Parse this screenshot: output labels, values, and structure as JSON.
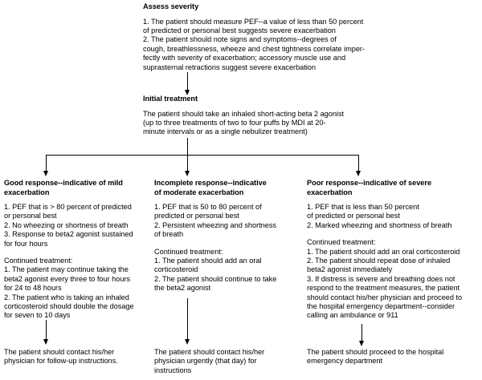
{
  "diagram": {
    "type": "flowchart",
    "title": "Asthma exacerbation home management flowchart",
    "orientation": "top-down-with-three-way-branch",
    "nodes": {
      "assess": {
        "title": "Assess severity",
        "body": "1. The patient should measure PEF--a value of less than 50 percent\nof predicted or personal best suggests severe exacerbation\n2. The patient should note signs and symptoms--degrees of\ncough, breathlessness, wheeze and chest tightness correlate imper-\nfectly with severity of exacerbation; accessory muscle use and\nsuprasternal retractions suggest severe exacerbation"
      },
      "initial": {
        "title": "Initial treatment",
        "body": "The patient should take an inhaled short-acting beta 2 agonist\n(up to three treatments of two to four puffs by MDI at 20-\nminute intervals or as a single nebulizer treatment)"
      },
      "good": {
        "title": "Good response--indicative of mild\nexacerbation",
        "body": "1. PEF that is > 80 percent of predicted\nor personal best\n2. No wheezing or shortness of breath\n3. Response to beta2 agonist sustained\nfor four hours",
        "treatment": "Continued treatment:\n1. The patient may continue taking the\nbeta2 agonist every three to four hours\nfor 24 to 48 hours\n2. The patient who is taking an inhaled\ncorticosteroid should double the dosage\nfor seven to 10 days",
        "outcome": "The patient should contact his/her\nphysician for follow-up instructions."
      },
      "incomplete": {
        "title": "Incomplete response--indicative\nof moderate exacerbation",
        "body": "1. PEF that is 50 to 80 percent of\npredicted or personal best\n2. Persistent wheezing and shortness\nof breath",
        "treatment": "Continued treatment:\n1. The patient should add an oral\ncorticosteroid\n2. The patient should continue to take\nthe beta2 agonist",
        "outcome": "The patient should contact his/her\nphysician urgently (that day) for\ninstructions"
      },
      "poor": {
        "title": "Poor response--indicative of severe\nexacerbation",
        "body": "1. PEF that is less than 50 percent\nof predicted or personal best\n2. Marked wheezing and shortness of breath",
        "treatment": "Continued treatment:\n1. The patient should add an oral corticosteroid\n2. The patient should repeat dose of inhaled\nbeta2 agonist immediately\n3. If distress is severe and breathing does not\nrespond to the treatment measures, the patient\nshould contact his/her physician and proceed to\nthe hospital emergency department--consider\ncalling an ambulance or 911",
        "outcome": "The patient should proceed to the hospital\nemergency department"
      }
    },
    "colors": {
      "text": "#000000",
      "background": "#ffffff",
      "connector": "#000000"
    }
  }
}
